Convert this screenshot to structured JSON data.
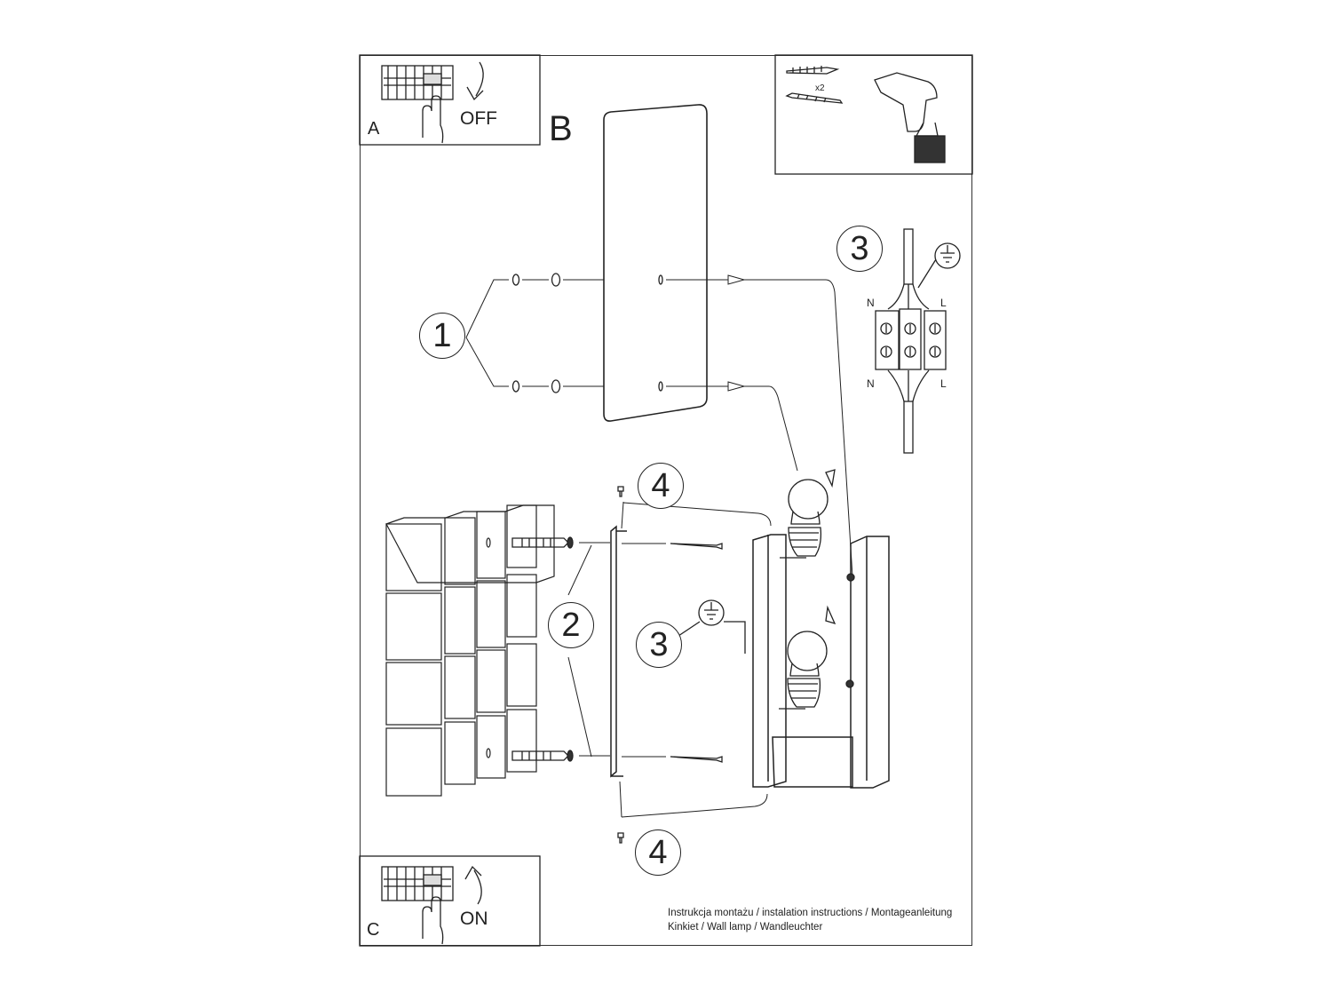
{
  "panels": {
    "a": {
      "letter": "A",
      "state": "OFF"
    },
    "b": {
      "letter": "B"
    },
    "c": {
      "letter": "C",
      "state": "ON"
    }
  },
  "tools": {
    "multiplier": "x2"
  },
  "steps": {
    "one": "1",
    "two": "2",
    "three_top": "3",
    "three_mid": "3",
    "four_top": "4",
    "four_bottom": "4"
  },
  "terminal": {
    "n_top": "N",
    "l_top": "L",
    "n_bottom": "N",
    "l_bottom": "L"
  },
  "caption": {
    "line1": "Instrukcja montażu / instalation instructions / Montageanleitung",
    "line2": "Kinkiet / Wall lamp / Wandleuchter"
  }
}
